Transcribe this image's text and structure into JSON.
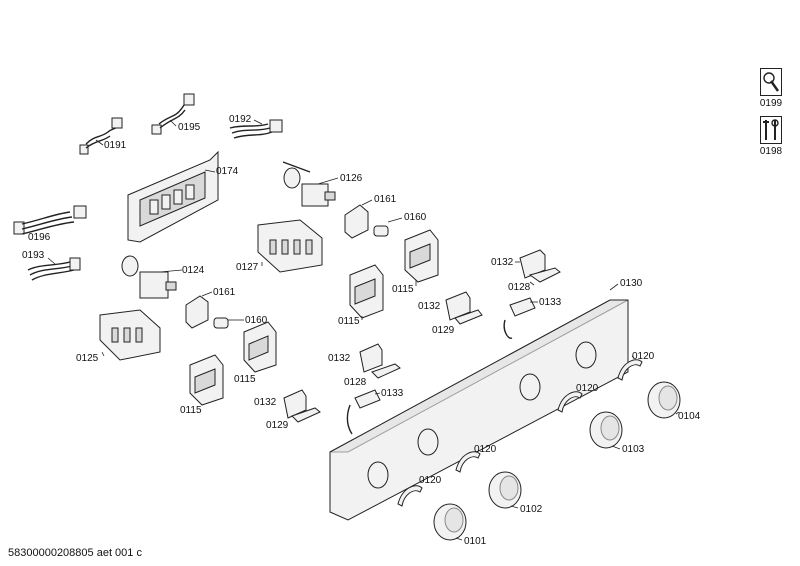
{
  "footer_code": "58300000208805 aet 001 c",
  "service_icons": [
    {
      "label": "0199",
      "icon": "wrench-icon"
    },
    {
      "label": "0198",
      "icon": "tools-icon"
    }
  ],
  "labels": {
    "p0191": "0191",
    "p0195": "0195",
    "p0192": "0192",
    "p0174": "0174",
    "p0126": "0126",
    "p0161a": "0161",
    "p0160a": "0160",
    "p0196": "0196",
    "p0193": "0193",
    "p0124": "0124",
    "p0127": "0127",
    "p0115a": "0115",
    "p0132a": "0132",
    "p0128a": "0128",
    "p0133a": "0133",
    "p0130": "0130",
    "p0161b": "0161",
    "p0160b": "0160",
    "p0132b": "0132",
    "p0129a": "0129",
    "p0115b": "0115",
    "p0125": "0125",
    "p0115c": "0115",
    "p0132c": "0132",
    "p0128b": "0128",
    "p0133b": "0133",
    "p0120a": "0120",
    "p0115d": "0115",
    "p0132d": "0132",
    "p0129b": "0129",
    "p0120b": "0120",
    "p0104": "0104",
    "p0120c": "0120",
    "p0103": "0103",
    "p0120d": "0120",
    "p0102": "0102",
    "p0101": "0101"
  }
}
